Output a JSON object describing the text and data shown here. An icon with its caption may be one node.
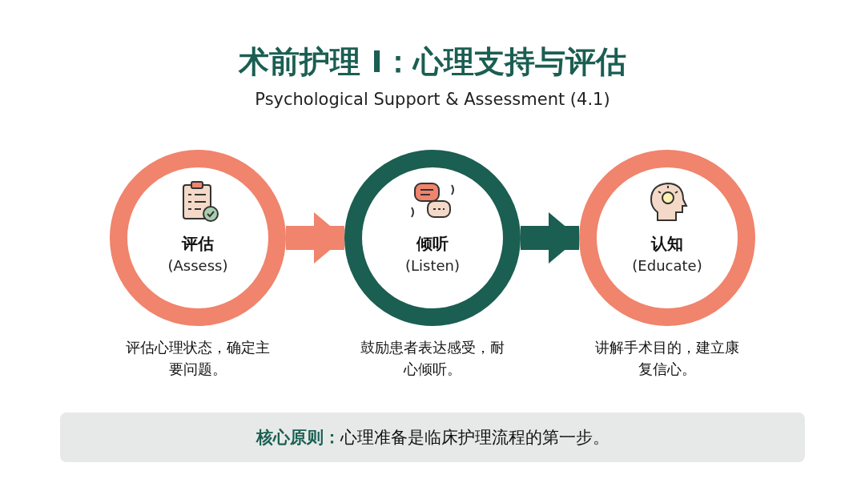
{
  "diagram": {
    "title": "术前护理 I：心理支持与评估",
    "caption": "Psychological Support & Assessment (4.1)",
    "nodes": [
      {
        "text": [
          "评估",
          "(Assess)"
        ],
        "beside": [
          "评估心理状态，确定主要问题。"
        ]
      },
      {
        "text": [
          "倾听",
          "(Listen)"
        ],
        "beside": [
          "鼓励患者表达感受，耐心倾听。"
        ]
      },
      {
        "text": [
          "认知",
          "(Educate)"
        ],
        "beside": [
          "讲解手术目的，建立康复信心。"
        ]
      },
      {
        "text": [
          "**核心原则：**心理准备是临床护理流程的第一步。"
        ]
      }
    ],
    "edges": [
      {
        "from": 0,
        "to": 1,
        "arrow": "to",
        "color": "#f0846c"
      },
      {
        "from": 1,
        "to": 2,
        "arrow": "to",
        "color": "#1b5e52"
      }
    ]
  }
}
